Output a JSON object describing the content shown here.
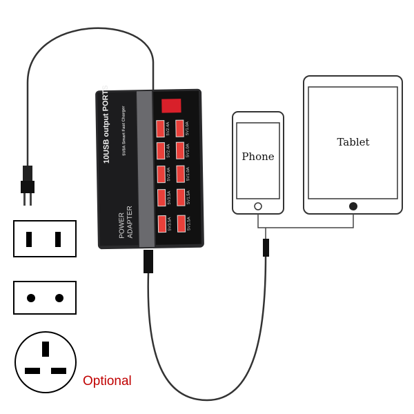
{
  "device": {
    "title": "10USB output PORTS",
    "subtitle": "5V8A Smart Fast Charger",
    "name_line1": "POWER",
    "name_line2": "ADAPTER",
    "ports": [
      "5V2.4A",
      "5V1.0A",
      "5V2.4A",
      "5V1.0A",
      "5V2.4A",
      "5V1.0A",
      "5V3.5A",
      "5V1.5A",
      "5V3.5A",
      "5V1.5A"
    ],
    "port_color": "#e8403a",
    "switch_color": "#d8202a"
  },
  "devices": {
    "phone": "Phone",
    "tablet": "Tablet"
  },
  "note": "Optional",
  "note_color": "#c00000"
}
